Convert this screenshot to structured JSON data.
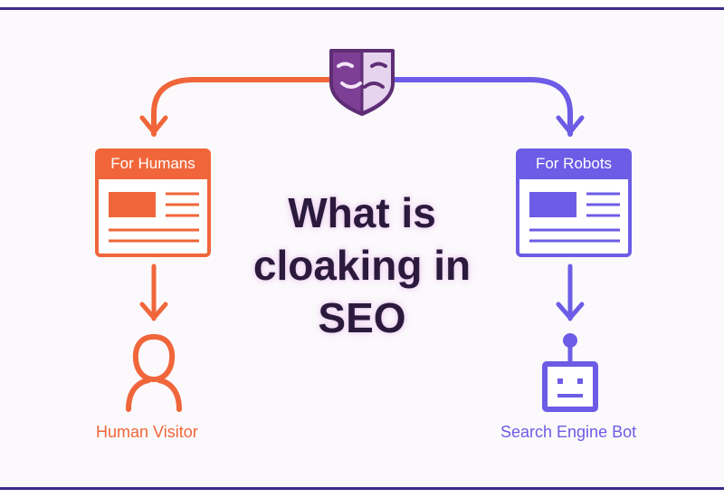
{
  "heading_lines": [
    "What is",
    "cloaking in",
    "SEO"
  ],
  "left_branch": {
    "card_title": "For Humans",
    "caption": "Human Visitor",
    "color": "#f0663a"
  },
  "right_branch": {
    "card_title": "For Robots",
    "caption": "Search Engine Bot",
    "color": "#6d5ce6"
  },
  "icons": {
    "top": "theater-mask-icon",
    "left_card": "webpage-icon",
    "right_card": "webpage-icon",
    "left_person": "person-icon",
    "right_bot": "robot-icon"
  },
  "colors": {
    "frame": "#3b2a8c",
    "mask_dark": "#7d3f96",
    "mask_light": "#e6d4ee",
    "heading": "#2a1a3c",
    "glow": "#f1d9f4"
  }
}
